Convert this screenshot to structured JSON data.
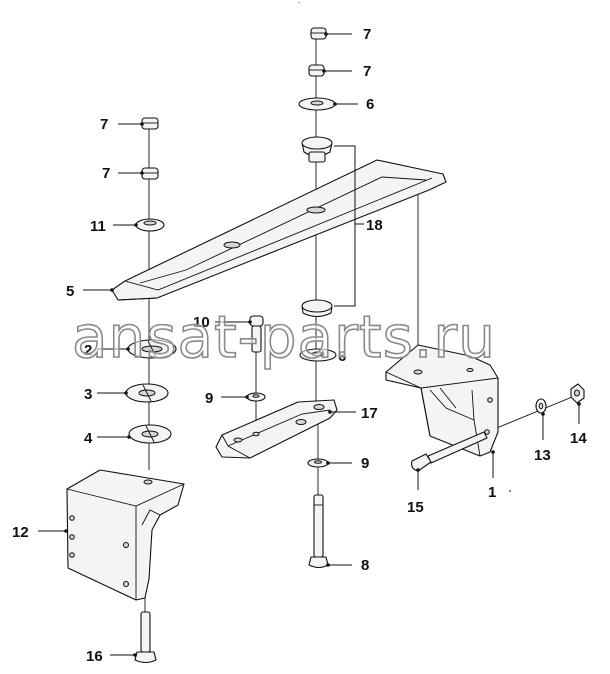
{
  "diagram": {
    "type": "exploded-parts-view",
    "callouts": [
      {
        "id": "c7a",
        "label": "7"
      },
      {
        "id": "c7b",
        "label": "7"
      },
      {
        "id": "c6a",
        "label": "6"
      },
      {
        "id": "c18",
        "label": "18"
      },
      {
        "id": "c7c",
        "label": "7"
      },
      {
        "id": "c7d",
        "label": "7"
      },
      {
        "id": "c11",
        "label": "11"
      },
      {
        "id": "c5",
        "label": "5"
      },
      {
        "id": "c10",
        "label": "10"
      },
      {
        "id": "c2",
        "label": "2"
      },
      {
        "id": "c6b",
        "label": "6"
      },
      {
        "id": "c3",
        "label": "3"
      },
      {
        "id": "c9a",
        "label": "9"
      },
      {
        "id": "c17",
        "label": "17"
      },
      {
        "id": "c14",
        "label": "14"
      },
      {
        "id": "c4",
        "label": "4"
      },
      {
        "id": "c13",
        "label": "13"
      },
      {
        "id": "c9b",
        "label": "9"
      },
      {
        "id": "c1",
        "label": "1"
      },
      {
        "id": "c15",
        "label": "15"
      },
      {
        "id": "c12",
        "label": "12"
      },
      {
        "id": "c8",
        "label": "8"
      },
      {
        "id": "c16",
        "label": "16"
      }
    ]
  },
  "watermark": {
    "text": "ansat-parts.ru"
  }
}
